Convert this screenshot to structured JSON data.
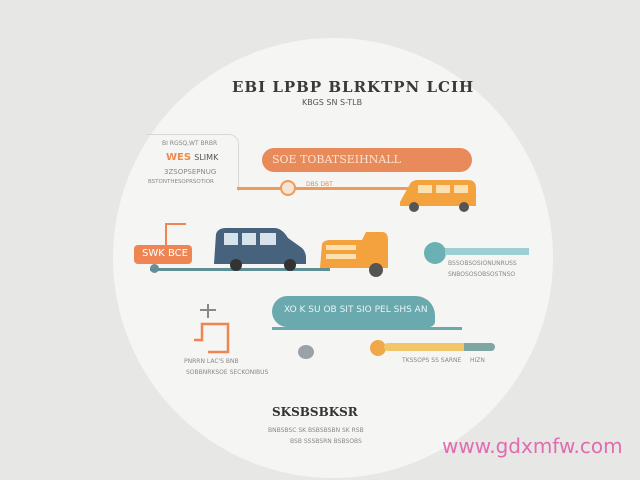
{
  "header": {
    "title": "EBI LPBP BLRKTPN LCIH",
    "subtitle": "KBGS SN S-TLB"
  },
  "left_card": {
    "line1": "BI RGSQ,WT BRBR",
    "highlight": "WES",
    "line2": "SLIMK",
    "line3": "3ZSOPSEPNUG",
    "line4": "BSTONTHESOPRSOTIOR"
  },
  "orange_pill": {
    "label": "SOE TOBATSEIHNALL",
    "caption": "DBS DBT"
  },
  "orange_tag": {
    "label": "SWK BCE"
  },
  "teal_item": {
    "line1": "BSSOBSOSIONUNRUSS",
    "line2": "SNBOSOSOBSOSTNSO"
  },
  "teal_pill": {
    "label": "XO K SU OB SIT SIO PEL SHS AN"
  },
  "left_icon_text": {
    "line1": "PNRRN LAC'S BNB",
    "line2": "SOBBNRKSOE SECKONIBUS"
  },
  "progress_item": {
    "label": "TKSSOPS SS SARNE",
    "value_label": "HIZN",
    "progress": 0.72
  },
  "footer": {
    "title": "SKSBSBKSR",
    "line1": "BNBSBSC SK BSBSBSBN SK RSB",
    "line2": "BSB SSSBSRN BSBSOBS"
  },
  "watermark": "www.gdxmfw.com",
  "colors": {
    "orange": "#ee8552",
    "teal": "#6aa9ad",
    "navy_van": "#46627c",
    "yellow": "#f3c56a",
    "watermark": "#e06cb0"
  }
}
